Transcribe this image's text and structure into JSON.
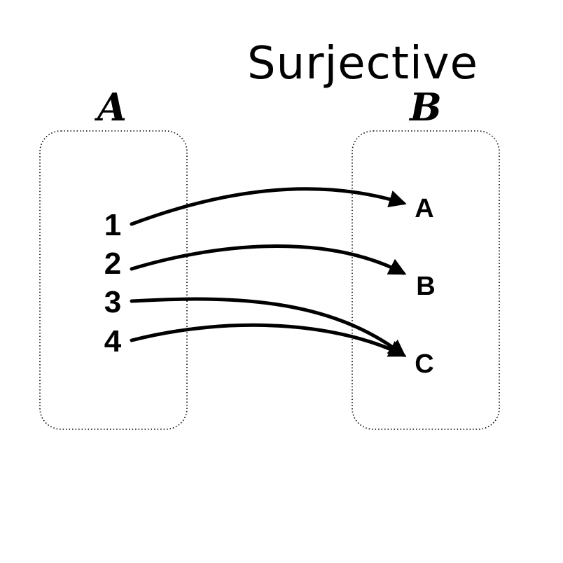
{
  "title": "Surjective",
  "domain_set": {
    "label": "A",
    "elements": [
      "1",
      "2",
      "3",
      "4"
    ]
  },
  "codomain_set": {
    "label": "B",
    "elements": [
      "A",
      "B",
      "C"
    ]
  },
  "mappings": [
    {
      "from": "1",
      "to": "A"
    },
    {
      "from": "2",
      "to": "B"
    },
    {
      "from": "3",
      "to": "C"
    },
    {
      "from": "4",
      "to": "C"
    }
  ]
}
